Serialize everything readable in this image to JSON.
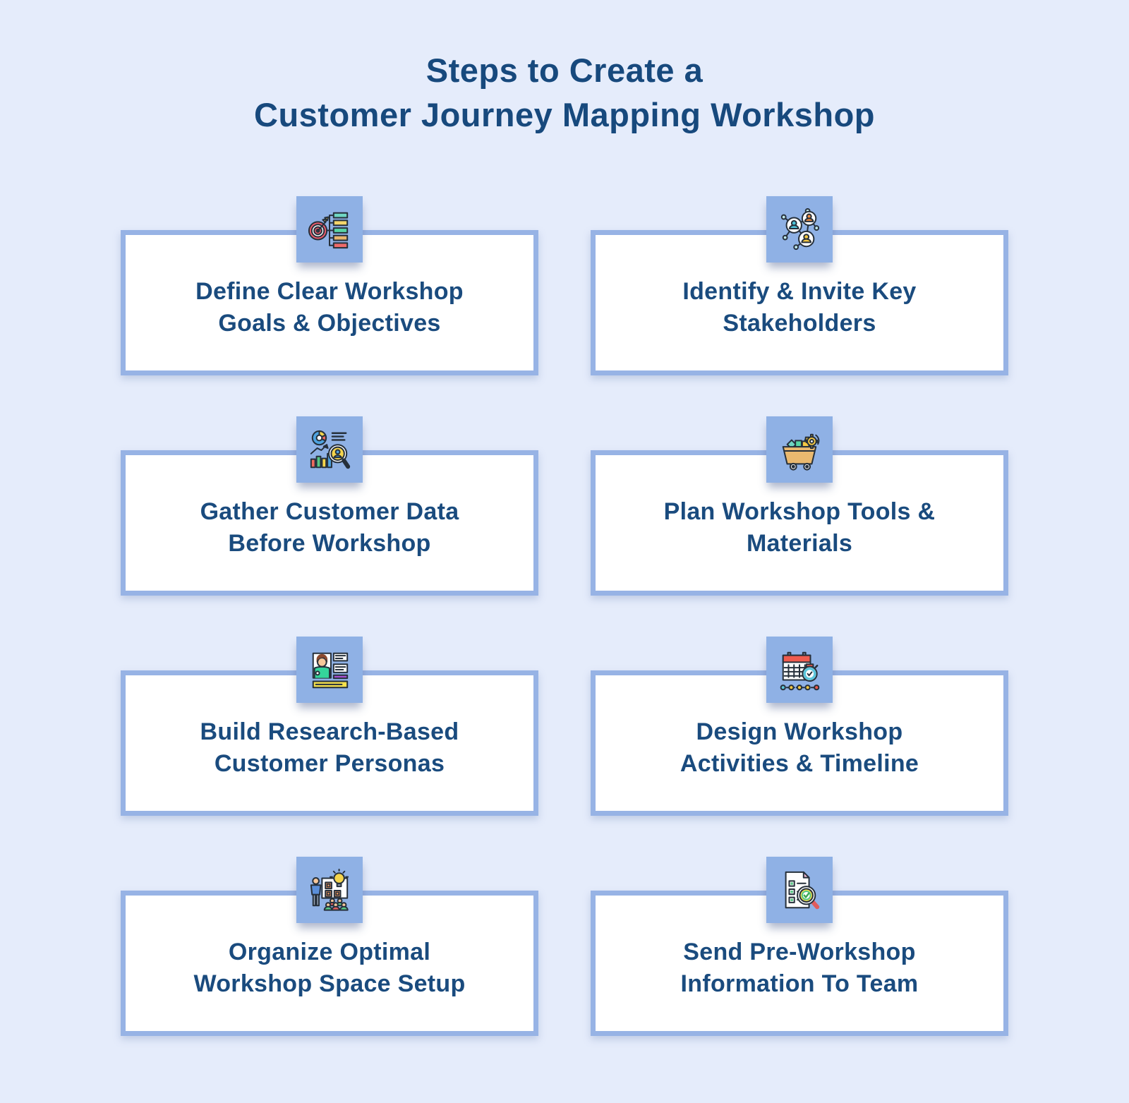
{
  "title": {
    "line1": "Steps to Create a",
    "line2": "Customer Journey Mapping Workshop"
  },
  "colors": {
    "background": "#e5ecfb",
    "card_background": "#ffffff",
    "card_border": "#97b3e5",
    "icon_tile": "#8fb1e5",
    "heading_text": "#17497d",
    "card_text": "#1a4b7e"
  },
  "cards": [
    {
      "icon": "target-goals-icon",
      "lines": [
        "Define Clear Workshop",
        "Goals & Objectives"
      ]
    },
    {
      "icon": "stakeholder-network-icon",
      "lines": [
        "Identify & Invite Key",
        "Stakeholders"
      ]
    },
    {
      "icon": "customer-data-charts-icon",
      "lines": [
        "Gather Customer Data",
        "Before Workshop"
      ]
    },
    {
      "icon": "tools-cart-gear-icon",
      "lines": [
        "Plan Workshop Tools &",
        "Materials"
      ]
    },
    {
      "icon": "customer-persona-card-icon",
      "lines": [
        "Build Research-Based",
        "Customer Personas"
      ]
    },
    {
      "icon": "calendar-timer-timeline-icon",
      "lines": [
        "Design Workshop",
        "Activities & Timeline"
      ]
    },
    {
      "icon": "presenter-audience-icon",
      "lines": [
        "Organize Optimal",
        "Workshop Space Setup"
      ]
    },
    {
      "icon": "checklist-magnifier-icon",
      "lines": [
        "Send Pre-Workshop",
        "Information To Team"
      ]
    }
  ]
}
